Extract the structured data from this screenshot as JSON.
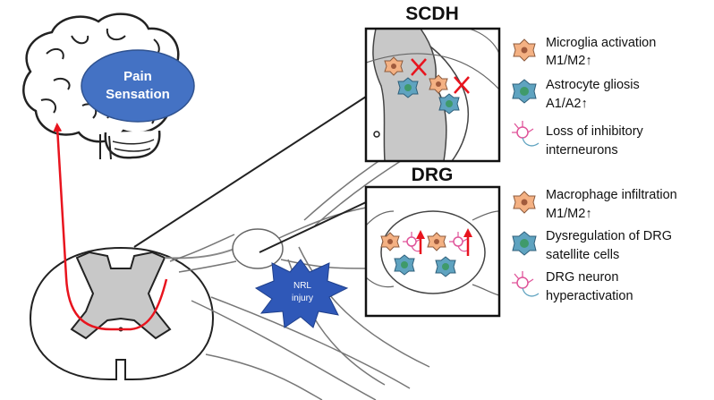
{
  "brain": {
    "label_line1": "Pain",
    "label_line2": "Sensation"
  },
  "scdh": {
    "title": "SCDH"
  },
  "drg": {
    "title": "DRG"
  },
  "injury": {
    "label_line1": "NRL",
    "label_line2": "injury"
  },
  "legend_scdh": [
    {
      "icon": "microglia-icon",
      "line1": "Microglia activation",
      "line2": "M1/M2↑"
    },
    {
      "icon": "astrocyte-icon",
      "line1": "Astrocyte gliosis",
      "line2": "A1/A2↑"
    },
    {
      "icon": "neuron-icon",
      "line1": "Loss of inhibitory",
      "line2": "interneurons"
    }
  ],
  "legend_drg": [
    {
      "icon": "macrophage-icon",
      "line1": "Macrophage infiltration",
      "line2": "M1/M2↑"
    },
    {
      "icon": "satellite-cell-icon",
      "line1": "Dysregulation of DRG",
      "line2": "satellite cells"
    },
    {
      "icon": "neuron-icon",
      "line1": "DRG neuron",
      "line2": "hyperactivation"
    }
  ],
  "colors": {
    "pain_fill": "#4472c4",
    "injury_fill": "#2f58b8",
    "pathway": "#e8141e",
    "gray_matter": "#c8c8c8",
    "microglia": "#f4b183",
    "astrocyte": "#5fa3c0",
    "neuron": "#e0559a"
  }
}
